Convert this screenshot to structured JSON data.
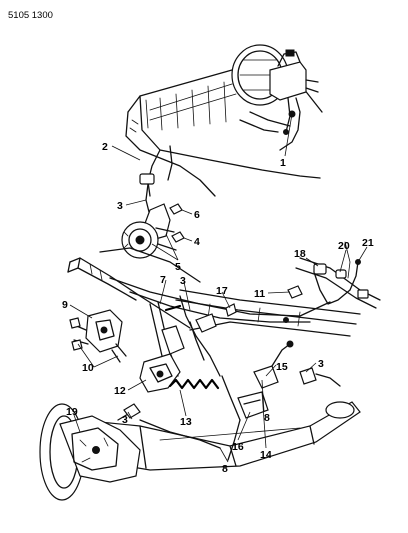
{
  "document_number": "5105 1300",
  "callouts": {
    "c1": "1",
    "c2": "2",
    "c3a": "3",
    "c6": "6",
    "c4": "4",
    "c5": "5",
    "c7": "7",
    "c3b": "3",
    "c17": "17",
    "c11": "11",
    "c18": "18",
    "c20": "20",
    "c21": "21",
    "c9": "9",
    "c10": "10",
    "c12": "12",
    "c13": "13",
    "c15": "15",
    "c3c": "3",
    "c8a": "8",
    "c19": "19",
    "c3d": "3",
    "c16": "16",
    "c14": "14",
    "c8b": "8"
  }
}
